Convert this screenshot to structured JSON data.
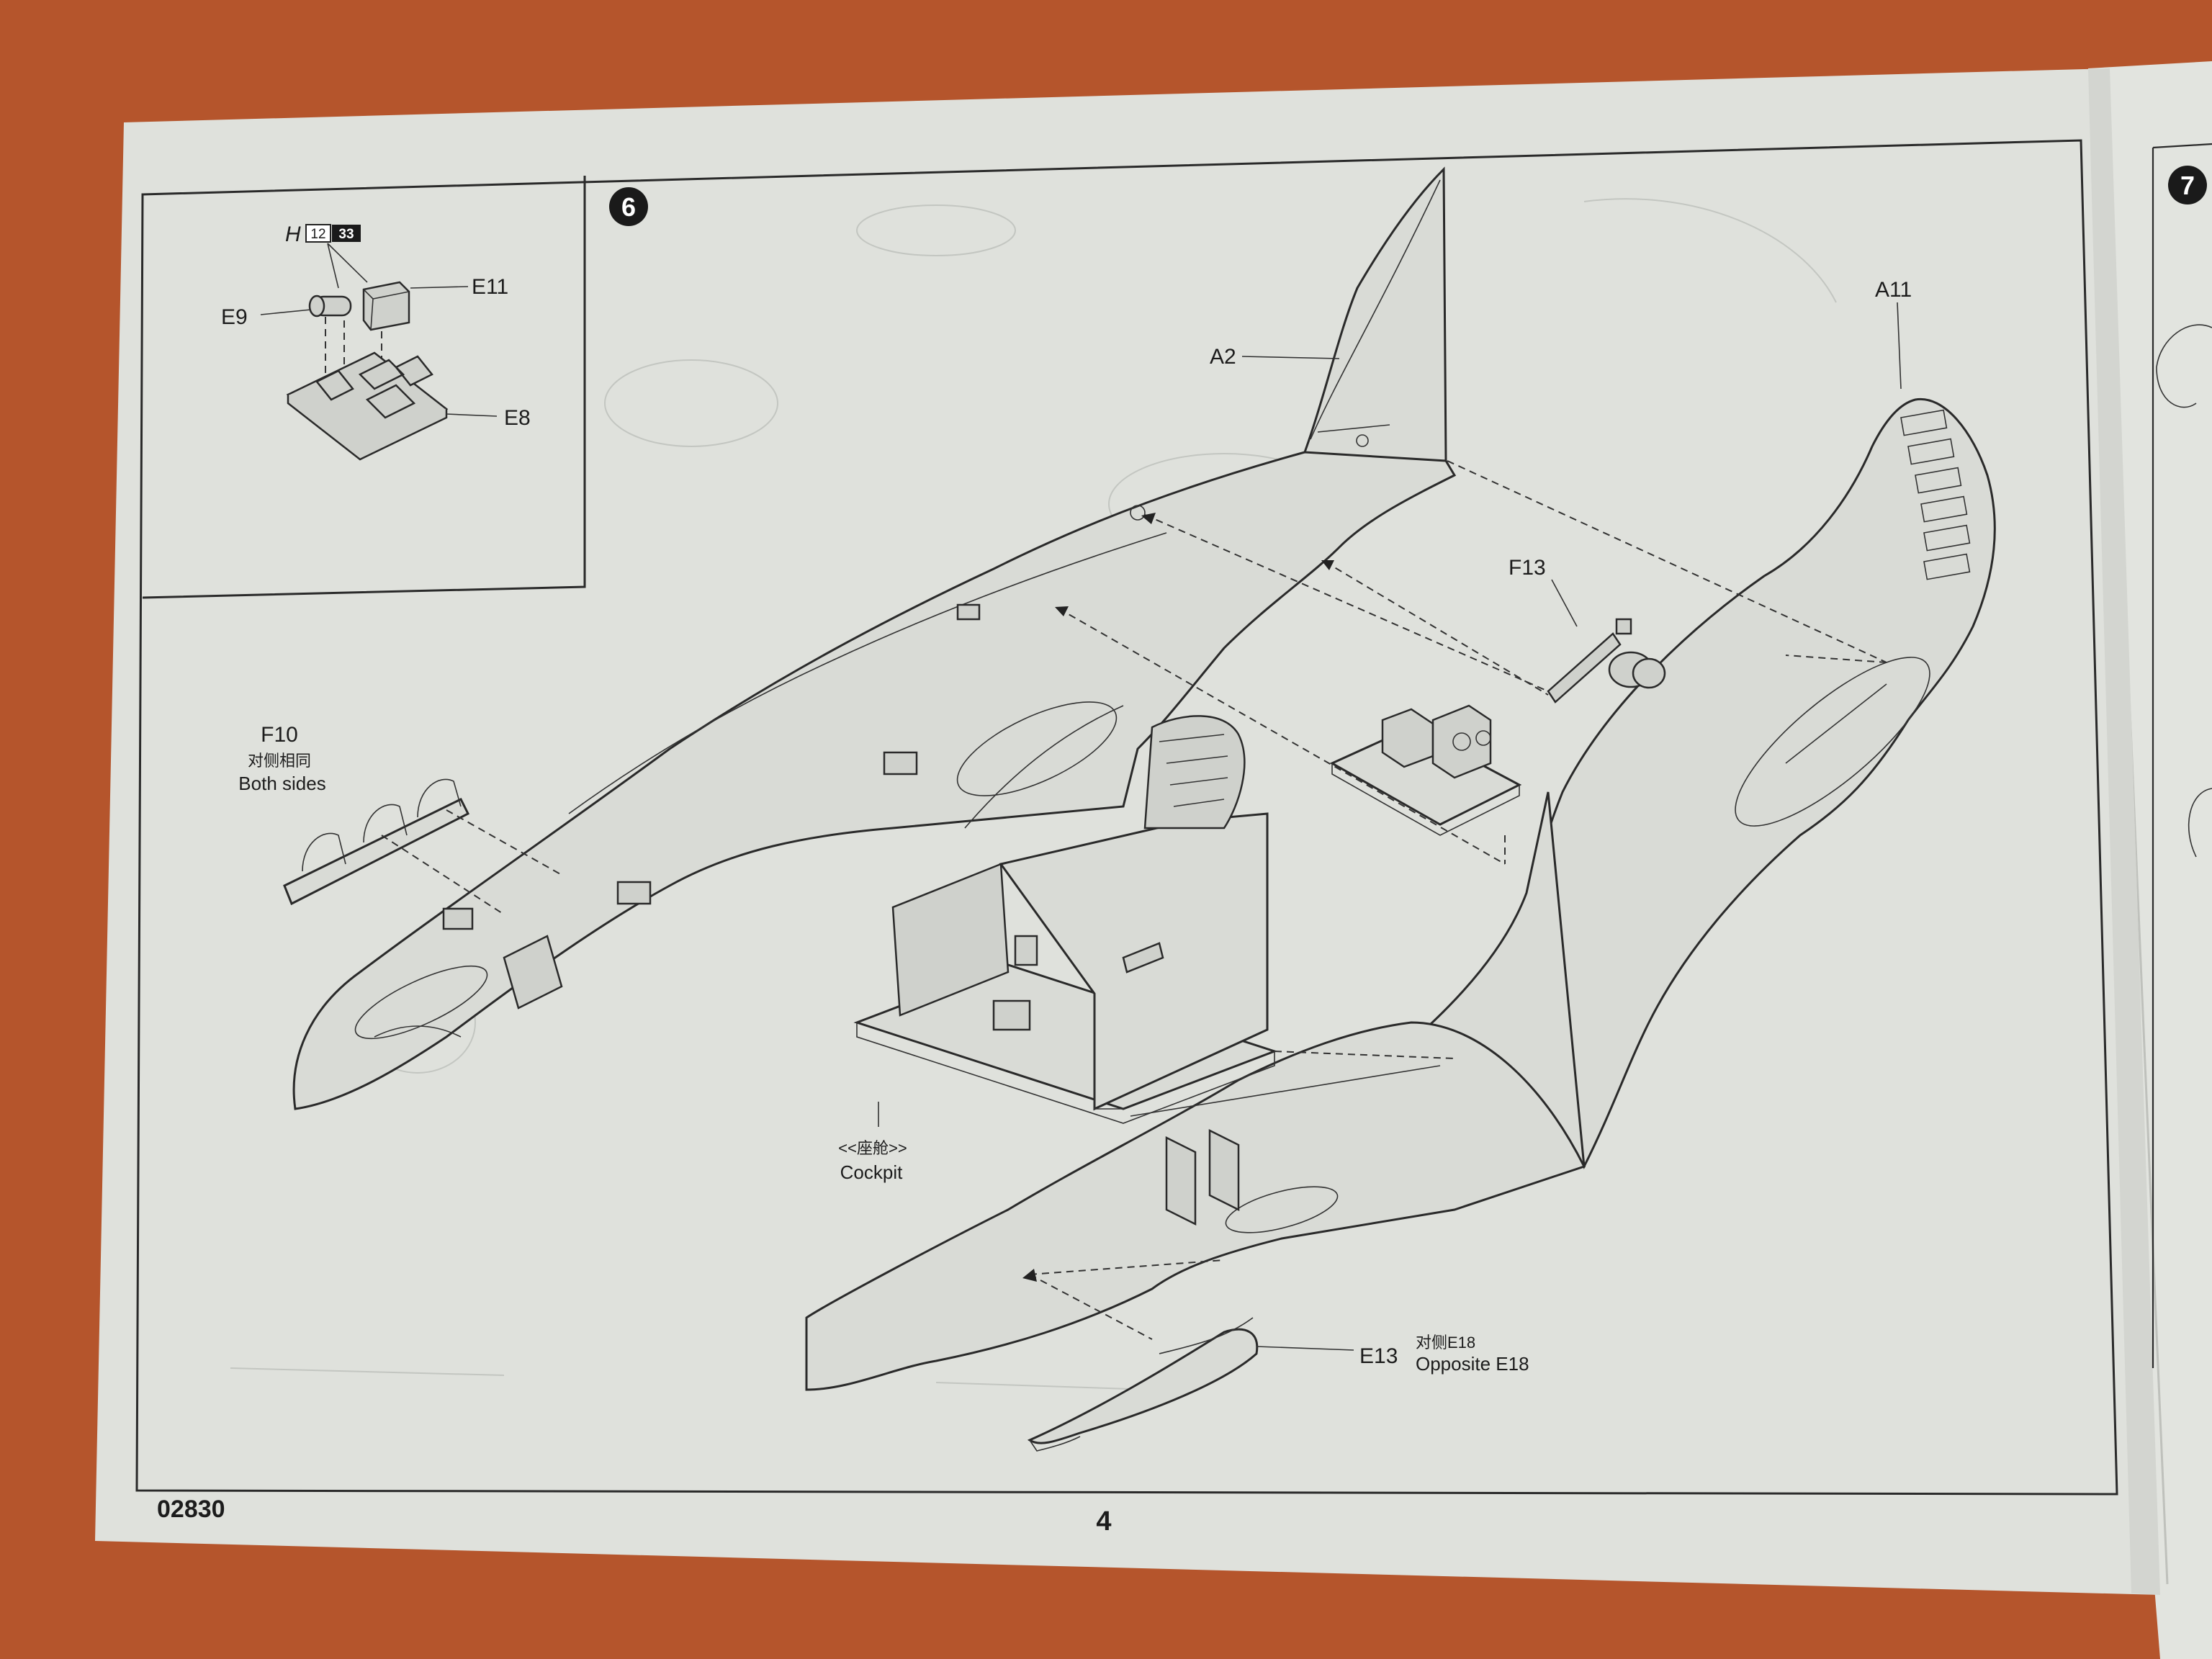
{
  "step": {
    "number": "6",
    "next_step_number": "7"
  },
  "inset": {
    "sprue_letter": "H",
    "paint_codes": [
      "12",
      "33"
    ],
    "parts": [
      "E9",
      "E11",
      "E8"
    ]
  },
  "parts": {
    "a2": "A2",
    "a11": "A11",
    "f13": "F13",
    "f10": "F10",
    "f10_note_cn": "对侧相同",
    "f10_note_en": "Both sides",
    "cockpit_cn": "<<座舱>>",
    "cockpit_en": "Cockpit",
    "e13": "E13",
    "e13_note_cn": "对侧E18",
    "e13_note_en": "Opposite E18"
  },
  "footer": {
    "kit_number": "02830",
    "page_number": "4"
  },
  "colors": {
    "background": "#b5552c",
    "paper": "#dfe1dc",
    "ink": "#1c1c1c"
  }
}
